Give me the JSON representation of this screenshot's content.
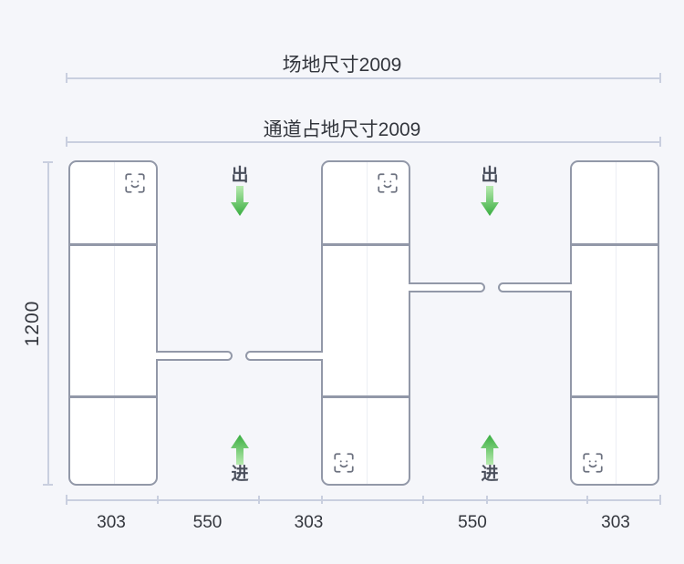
{
  "diagram": {
    "title_top": "场地尺寸2009",
    "title_second": "通道占地尺寸2009",
    "vertical_dimension": "1200",
    "bottom_dimensions": [
      {
        "label": "303"
      },
      {
        "label": "550"
      },
      {
        "label": "303"
      },
      {
        "label": "550"
      },
      {
        "label": "303"
      }
    ],
    "direction_markers": [
      {
        "label": "出",
        "direction": "down",
        "icon": "arrow-down-icon"
      },
      {
        "label": "出",
        "direction": "down",
        "icon": "arrow-down-icon"
      },
      {
        "label": "进",
        "direction": "up",
        "icon": "arrow-up-icon"
      },
      {
        "label": "进",
        "direction": "up",
        "icon": "arrow-up-icon"
      }
    ],
    "cabinets": [
      {
        "name": "cabinet-left",
        "face_icons": [
          "top-right"
        ]
      },
      {
        "name": "cabinet-middle",
        "face_icons": [
          "top-right",
          "bottom-left"
        ]
      },
      {
        "name": "cabinet-right",
        "face_icons": [
          "bottom-left"
        ]
      }
    ],
    "lanes": [
      {
        "name": "lane-1",
        "arms": 2
      },
      {
        "name": "lane-2",
        "arms": 2
      }
    ],
    "colors": {
      "background": "#f5f6fa",
      "cabinet_stroke": "#9298a8",
      "dimension_line": "#c9cfdf",
      "text": "#33363d",
      "arrow_top": "#a8e6a0",
      "arrow_bottom": "#3cb043"
    }
  }
}
